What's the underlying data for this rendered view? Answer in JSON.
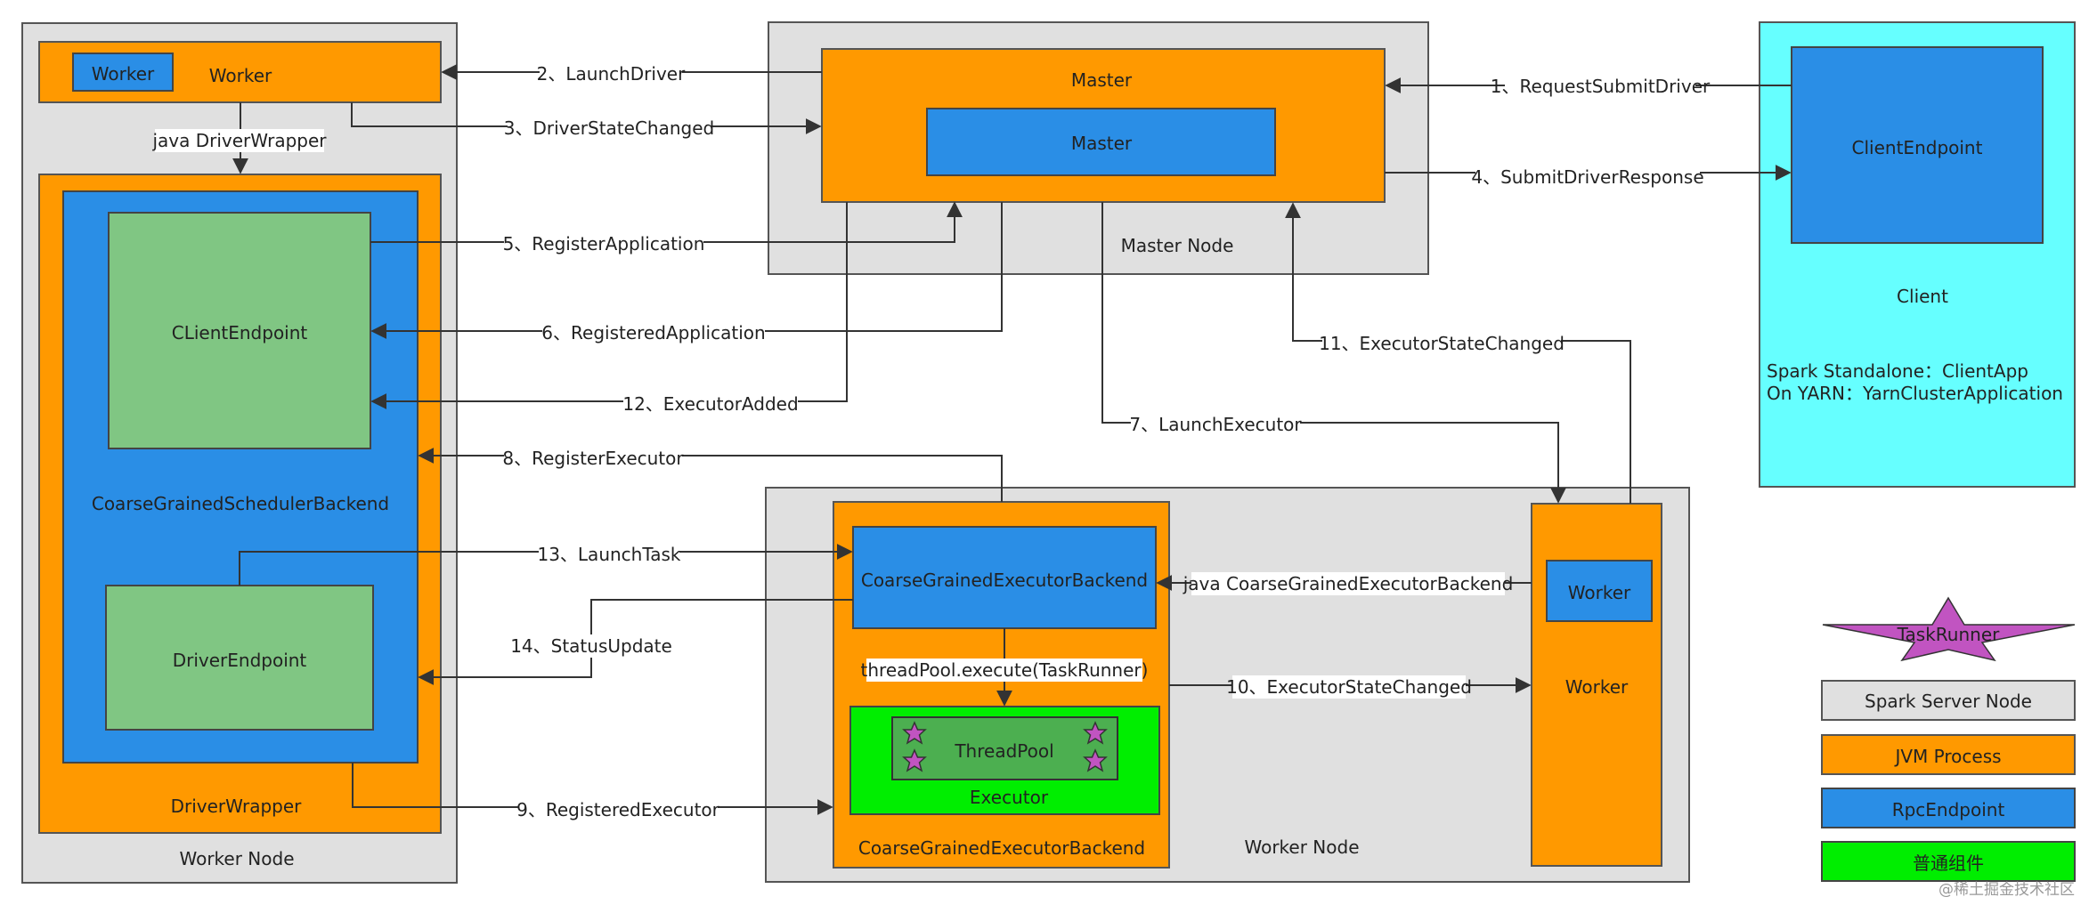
{
  "nodes": {
    "worker_node_left": "Worker Node",
    "worker_proc_top": "Worker",
    "worker_ep_top": "Worker",
    "driver_wrapper": "DriverWrapper",
    "csb": "CoarseGrainedSchedulerBackend",
    "client_endpoint_left": "CLientEndpoint",
    "driver_endpoint": "DriverEndpoint",
    "master_node": "Master Node",
    "master_proc": "Master",
    "master_ep": "Master",
    "client": "Client",
    "client_endpoint": "ClientEndpoint",
    "client_note_1": "Spark Standalone：ClientApp",
    "client_note_2": "On YARN：YarnClusterApplication",
    "worker_node_right": "Worker Node",
    "cgeb_proc": "CoarseGrainedExecutorBackend",
    "cgeb_ep": "CoarseGrainedExecutorBackend",
    "executor": "Executor",
    "threadpool": "ThreadPool",
    "worker_proc_right": "Worker",
    "worker_ep_right": "Worker"
  },
  "edges": {
    "e1": "1、RequestSubmitDriver",
    "e2": "2、LaunchDriver",
    "e3": "3、DriverStateChanged",
    "e4": "4、SubmitDriverResponse",
    "e5": "5、RegisterApplication",
    "e6": "6、RegisteredApplication",
    "e7": "7、LaunchExecutor",
    "e8": "8、RegisterExecutor",
    "e9": "9、RegisteredExecutor",
    "e10": "10、ExecutorStateChanged",
    "e11": "11、ExecutorStateChanged",
    "e12": "12、ExecutorAdded",
    "e13": "13、LaunchTask",
    "e14": "14、StatusUpdate",
    "java_driver_wrapper": "java DriverWrapper",
    "java_cgeb": "java CoarseGrainedExecutorBackend",
    "thread_exec": "threadPool.execute(TaskRunner)"
  },
  "legend": {
    "task_runner": "TaskRunner",
    "server_node": "Spark Server Node",
    "jvm": "JVM Process",
    "rpc": "RpcEndpoint",
    "common": "普通组件"
  },
  "watermark": "@稀土掘金技术社区",
  "colors": {
    "server_node": "#e0e0e0",
    "jvm": "#ff9900",
    "rpc": "#2a8ee6",
    "endpoint_green": "#80c683",
    "common": "#00ee00",
    "client": "#66ffff",
    "task_runner": "#c154c1"
  }
}
